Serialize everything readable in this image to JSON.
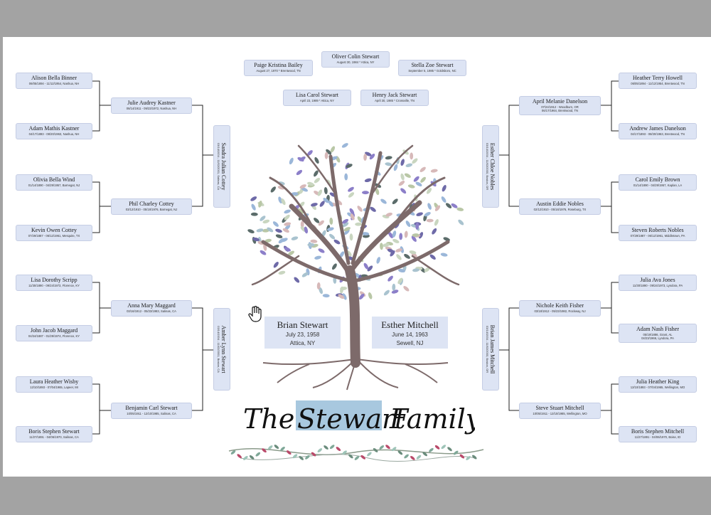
{
  "title": {
    "pre": "The",
    "highlight": "Stewart",
    "post": "Family"
  },
  "couple": [
    {
      "name": "Brian Stewart",
      "date": "July 23, 1958",
      "place": "Attica, NY"
    },
    {
      "name": "Esther Mitchell",
      "date": "June 14, 1963",
      "place": "Sewell, NJ"
    }
  ],
  "children": [
    {
      "name": "Paige Kristina Bailey",
      "dates": "August 27, 1970 * Brentwood, TN"
    },
    {
      "name": "Oliver Colin Stewart",
      "dates": "August 30, 1984 * Attica, NY"
    },
    {
      "name": "Stella Zoe Stewart",
      "dates": "September 5, 1985 * Goldsboro, NC"
    },
    {
      "name": "Lisa Carol Stewart",
      "dates": "April 23, 1989 * Attica, NY"
    },
    {
      "name": "Henry Jack Stewart",
      "dates": "April 30, 1985 * Crossville, TN"
    }
  ],
  "parents": {
    "brian_father": {
      "name": "Benjamin Carl Stewart",
      "dates": "10/05/1911 - 12/10/1985, Salinas, CA"
    },
    "brian_mother": {
      "name": "Anna Mary Maggard",
      "dates": "03/16/1912 - 05/23/1983, Salinas, CA"
    },
    "esther_father": {
      "name": "Steve Stuart Mitchell",
      "dates": "10/05/1911 - 12/10/1985, Wellington, MO"
    },
    "esther_mother": {
      "name": "Nichole Keith Fisher",
      "dates": "03/18/1912 - 05/23/1982, Rockway, NJ"
    }
  },
  "mid": {
    "sandra": {
      "name": "Sandra Julian Cottey",
      "dates": "03/14/1934 - 11/02/2001, Salinas, CA"
    },
    "amber": {
      "name": "Amber Lynn Stewart",
      "dates": "03/14/1934 - 11/02/2001, Boston, CA"
    },
    "esther_nobles": {
      "name": "Esther Chloe Nobles",
      "dates": "03/14/1934 - 11/02/2000, Boston, OR"
    },
    "brian_mitchell": {
      "name": "Brian James Mitchell",
      "dates": "03/14/1934 - 11/02/2000, Boston, OR"
    }
  },
  "left": {
    "julie": {
      "name": "Julie Audrey Kastner",
      "dates": "06/14/1911 - 09/23/1972, Nashua, NH"
    },
    "phil": {
      "name": "Phil Charley Cottey",
      "dates": "03/12/1910 - 05/18/1976, Barnegat, NJ"
    },
    "alison": {
      "name": "Alison Bella Binner",
      "dates": "06/05/1894 - 11/12/1954, Nashua, NH"
    },
    "adam_k": {
      "name": "Adam Mathis Kastner",
      "dates": "04/17/1893 - 08/20/1963, Nashua, NH"
    },
    "olivia": {
      "name": "Olivia Bella Wind",
      "dates": "01/14/1890 - 04/29/1957, Barnegat, NJ"
    },
    "kevin": {
      "name": "Kevin Owen Cottey",
      "dates": "07/29/1887 - 06/12/1961, Mesquite, TX"
    },
    "lisa": {
      "name": "Lisa Dorothy Scripp",
      "dates": "11/30/1890 - 09/24/1973, Florence, KY"
    },
    "john": {
      "name": "John Jacob Maggard",
      "dates": "04/24/1887 - 01/29/1974, Florence, KY"
    },
    "laura": {
      "name": "Laura Heather Wisby",
      "dates": "12/10/1893 - 07/04/1965, Lapeer, MI"
    },
    "boris_l": {
      "name": "Boris Stephen Stewart",
      "dates": "11/27/1891 - 04/06/1970, Salinas, CA"
    }
  },
  "right": {
    "april": {
      "name": "April Melanie Danelson",
      "dates": "07/24/1912 - Woodburn, OR",
      "dates2": "06/17/1964, Brentwood, TN"
    },
    "austin": {
      "name": "Austin Eddie Nobles",
      "dates": "02/12/1910 - 05/16/1976, Roseburg, TX"
    },
    "heather": {
      "name": "Heather Terry Howell",
      "dates": "06/05/1894 - 11/12/1954, Brentwood, TN"
    },
    "andrew": {
      "name": "Andrew James Danelson",
      "dates": "04/17/1893 - 08/20/1963, Brentwood, TN"
    },
    "carol": {
      "name": "Carol Emily Brown",
      "dates": "01/14/1890 - 04/29/1957, Kaplan, LA"
    },
    "steven": {
      "name": "Steven Roberts Nobles",
      "dates": "07/29/1887 - 06/12/1961, Middletown, PA"
    },
    "julia_a": {
      "name": "Julia Ava Jones",
      "dates": "11/30/1890 - 09/24/1973, Lyndora, PA"
    },
    "adam_n": {
      "name": "Adam Nash Fisher",
      "dates": "05/19/1886, Grant, AL",
      "dates2": "04/23/1966, Lyndora, PA"
    },
    "julia_h": {
      "name": "Julia Heather King",
      "dates": "12/10/1893 - 07/04/1965, Wellington, MO"
    },
    "boris_r": {
      "name": "Boris Stephen Mitchell",
      "dates": "11/27/1891 - 04/06/1970, Boise, ID"
    }
  },
  "colors": {
    "box": "#dde4f4",
    "border": "#c5cde4",
    "highlight": "#a8c8df",
    "trunk": "#7d6a6a"
  }
}
